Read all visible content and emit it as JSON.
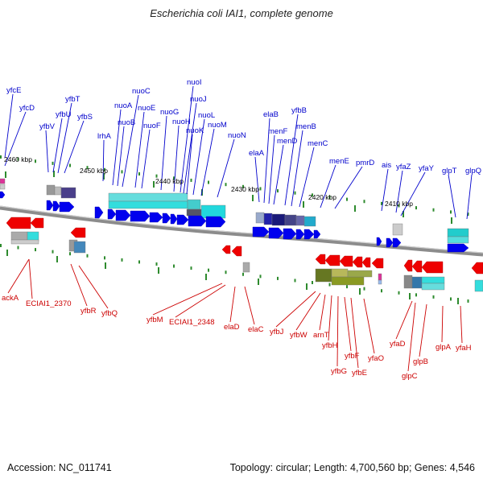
{
  "title": "Escherichia coli IAI1, complete genome",
  "footer": {
    "accession": "Accession: NC_011741",
    "summary": "Topology: circular; Length: 4,700,560 bp; Genes: 4,546"
  },
  "colors": {
    "forward_gene": "#0000ee",
    "reverse_gene": "#ee0000",
    "forward_label": "#0000cc",
    "reverse_label": "#cc0000",
    "backbone": "#888888",
    "tick": "#2e8b2e",
    "block_cyan": "#33dddd",
    "block_navy": "#1a1a7a",
    "block_olive": "#8a9a22"
  },
  "scale_labels": [
    "2460 kbp",
    "2450 kbp",
    "2440 kbp",
    "2430 kbp",
    "2420 kbp",
    "2410 kbp"
  ],
  "forward_genes": [
    "yfcE",
    "yfcD",
    "yfbV",
    "yfbU",
    "yfbT",
    "yfbS",
    "lrhA",
    "nuoA",
    "nuoB",
    "nuoC",
    "nuoE",
    "nuoF",
    "nuoG",
    "nuoH",
    "nuoI",
    "nuoJ",
    "nuoK",
    "nuoL",
    "nuoM",
    "nuoN",
    "elaA",
    "elaB",
    "menF",
    "menD",
    "yfbB",
    "menB",
    "menC",
    "menE",
    "pmrD",
    "ais",
    "yfaZ",
    "yfaY",
    "glpT",
    "glpQ"
  ],
  "reverse_genes": [
    "ackA",
    "ECIAI1_2370",
    "yfbR",
    "yfbQ",
    "yfbM",
    "ECIAI1_2348",
    "elaD",
    "elaC",
    "yfbJ",
    "yfbW",
    "arnT",
    "yfbH",
    "yfbG",
    "yfbF",
    "yfbE",
    "yfaO",
    "yfaD",
    "glpC",
    "glpB",
    "glpA",
    "yfaH"
  ]
}
